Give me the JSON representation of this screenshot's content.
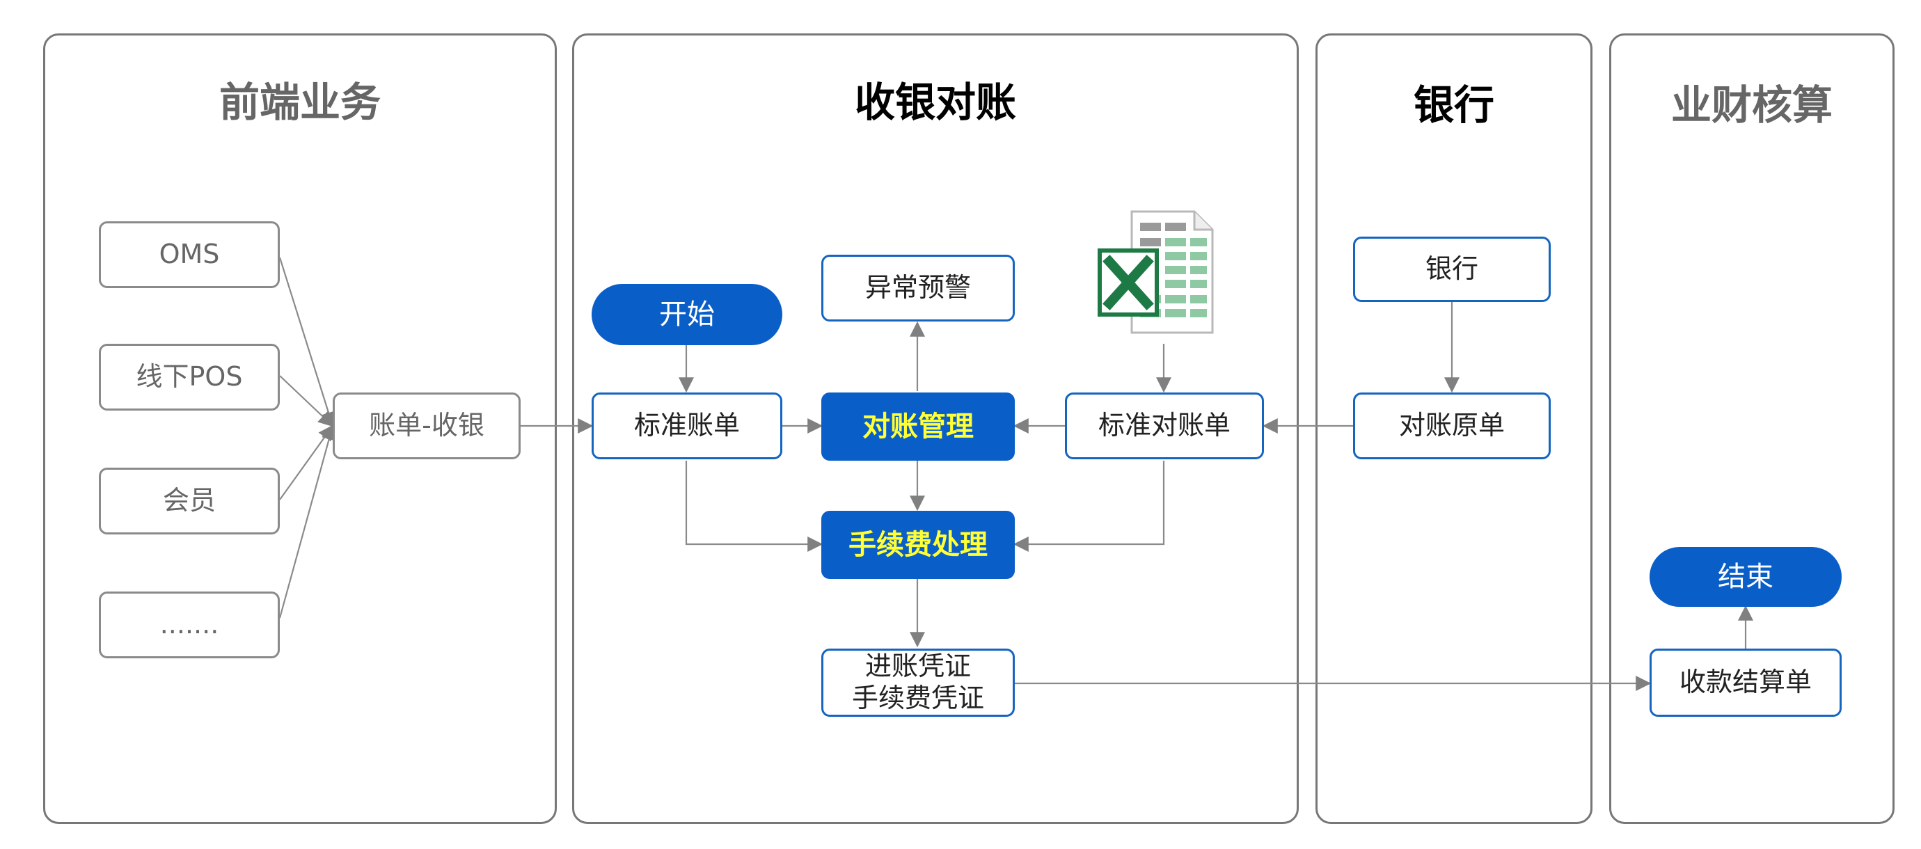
{
  "lanes": {
    "front": "前端业务",
    "recon": "收银对账",
    "bank": "银行",
    "finance": "业财核算"
  },
  "nodes": {
    "oms": "OMS",
    "pos": "线下POS",
    "member": "会员",
    "more": ".......",
    "bill_cashier": "账单-收银",
    "start": "开始",
    "std_bill": "标准账单",
    "alert": "异常预警",
    "recon_mgmt": "对账管理",
    "fee_proc": "手续费处理",
    "voucher_line1": "进账凭证",
    "voucher_line2": "手续费凭证",
    "std_recon": "标准对账单",
    "bank": "银行",
    "orig_recon": "对账原单",
    "end": "结束",
    "receipt": "收款结算单"
  },
  "colors": {
    "accent_blue": "#0a5ec8",
    "highlight_text": "#ffff33",
    "border_gray": "#777777",
    "excel_green": "#1d7a45"
  },
  "icons": [
    "excel-file-icon"
  ]
}
